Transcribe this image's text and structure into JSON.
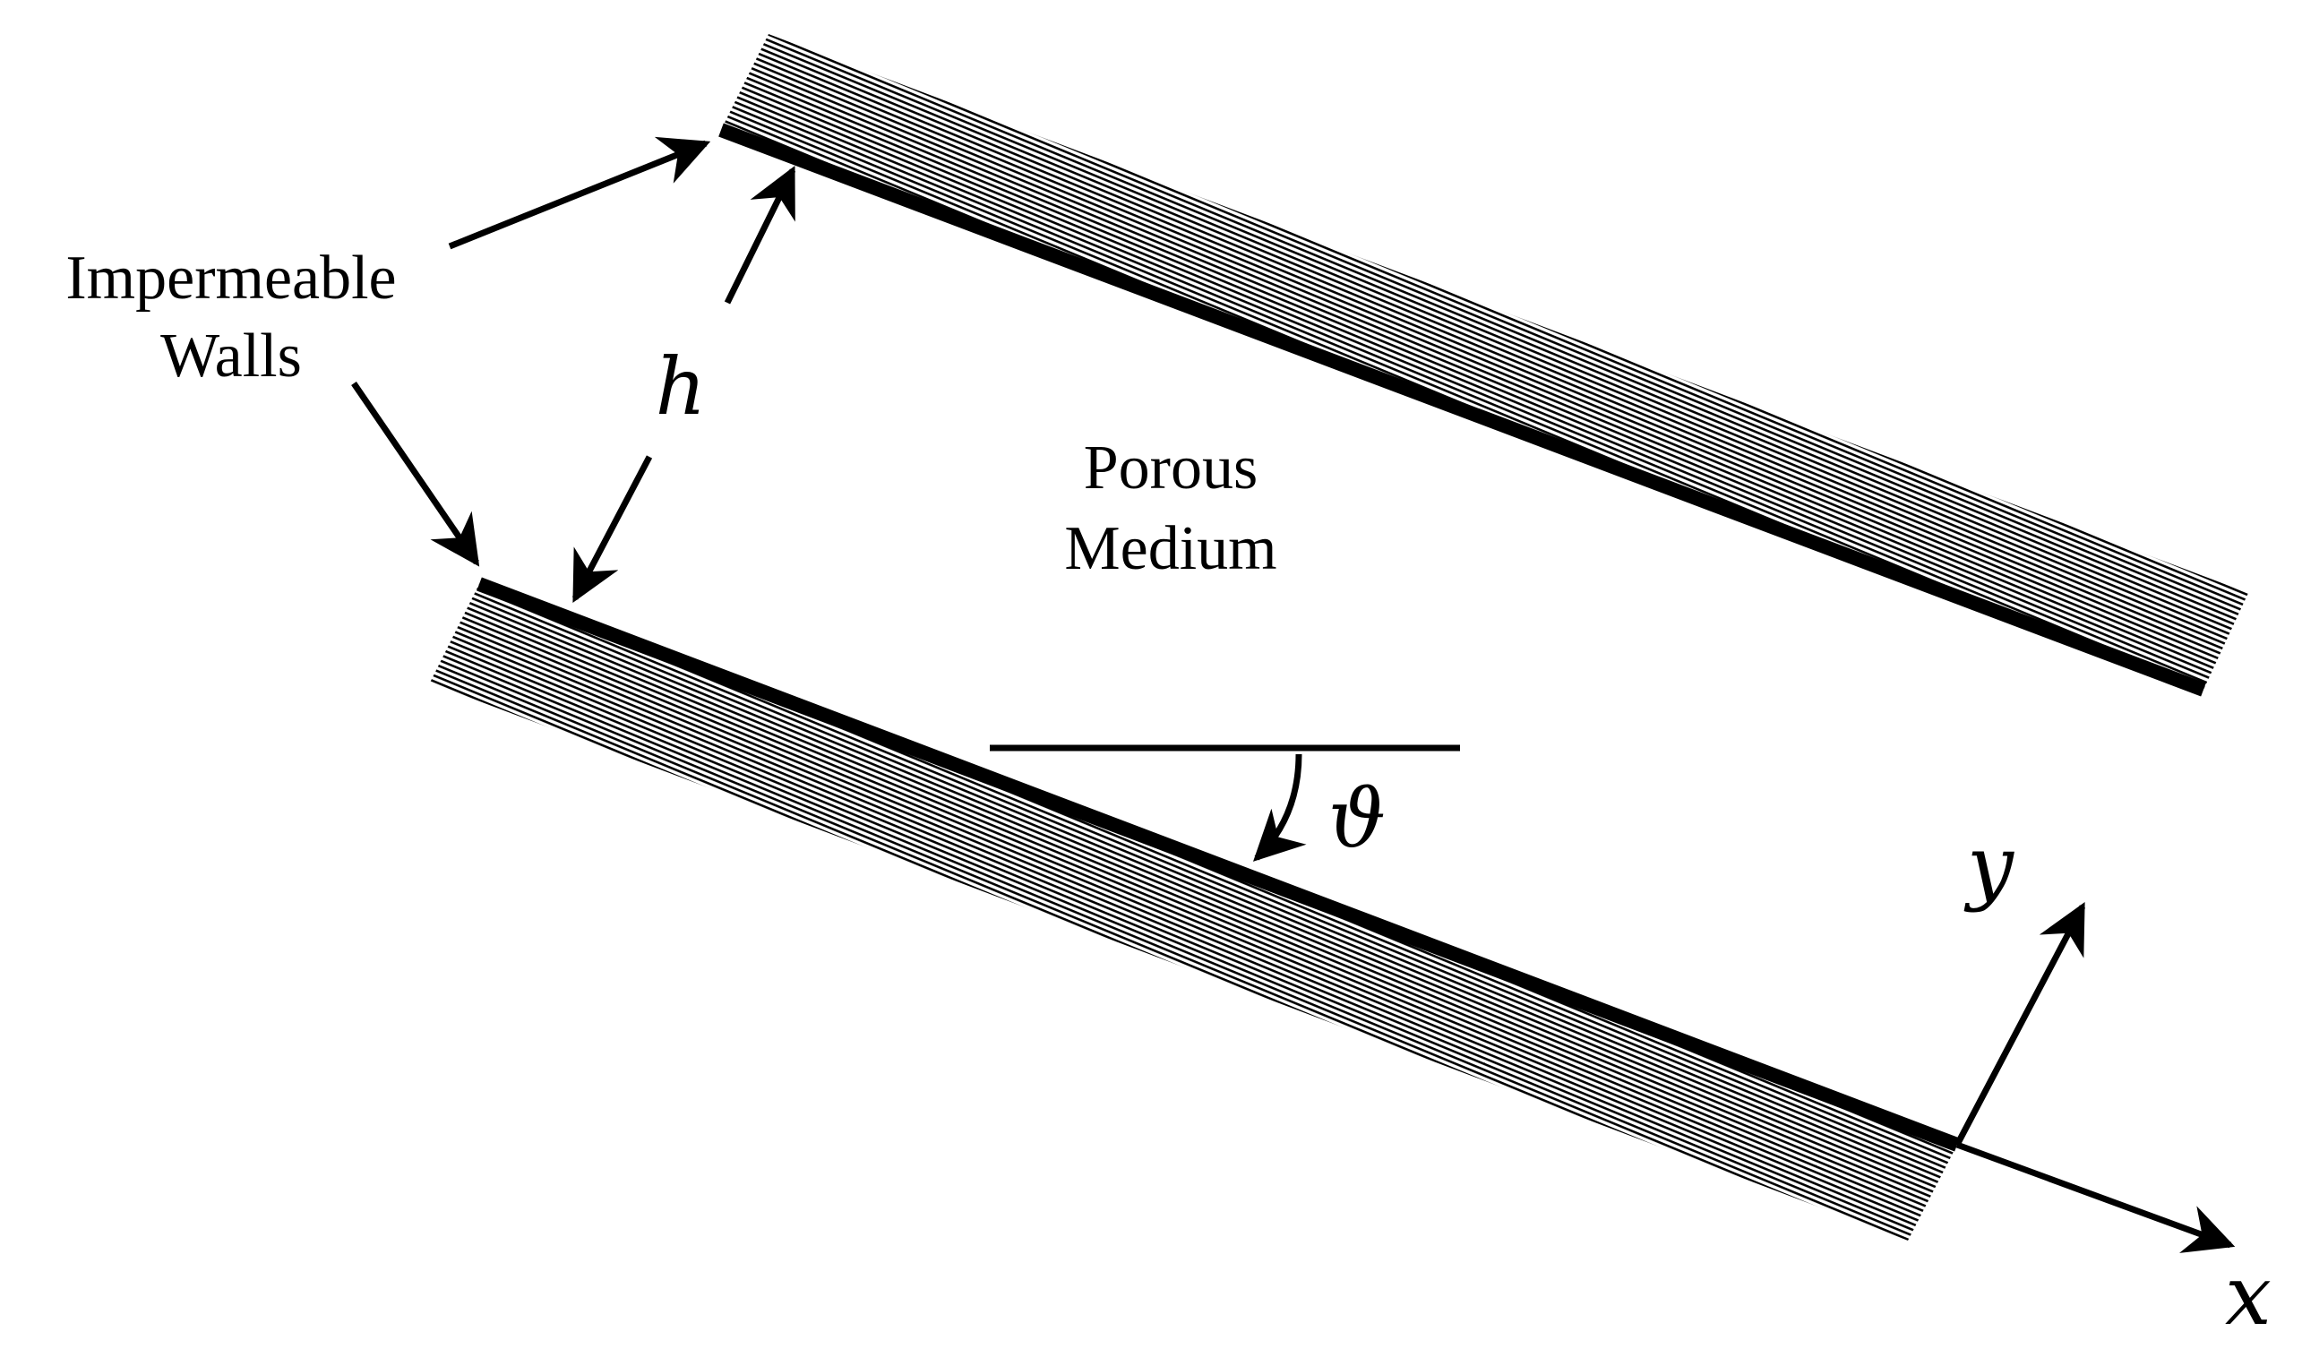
{
  "labels": {
    "impermeable_line1": "Impermeable",
    "impermeable_line2": "Walls",
    "porous_line1": "Porous",
    "porous_line2": "Medium",
    "gap_symbol": "h",
    "angle_symbol": "ϑ",
    "axis_x": "x",
    "axis_y": "y"
  },
  "colors": {
    "ink": "#000000",
    "hatch": "#000000",
    "background": "#ffffff"
  }
}
